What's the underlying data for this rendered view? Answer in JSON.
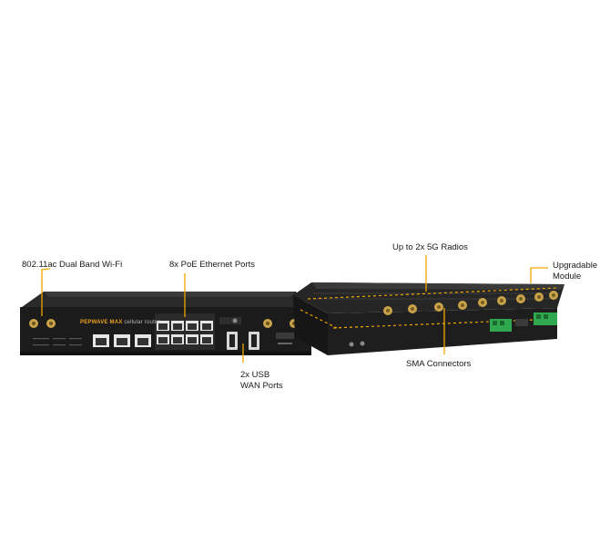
{
  "callouts": {
    "wifi": "802.11ac Dual Band Wi-Fi",
    "poe": "8x PoE Ethernet Ports",
    "usb_line1": "2x USB",
    "usb_line2": "WAN Ports",
    "radios": "Up to 2x 5G Radios",
    "module_line1": "Upgradable",
    "module_line2": "Module",
    "sma": "SMA Connectors"
  },
  "device": {
    "brand": "PEPWAVE",
    "model": "MAX",
    "tagline": "cellular router"
  },
  "colors": {
    "callout_line": "#f0a500",
    "chassis": "#1b1b1b",
    "connector_gold": "#c9a24a",
    "terminal_green": "#2fa84f"
  }
}
